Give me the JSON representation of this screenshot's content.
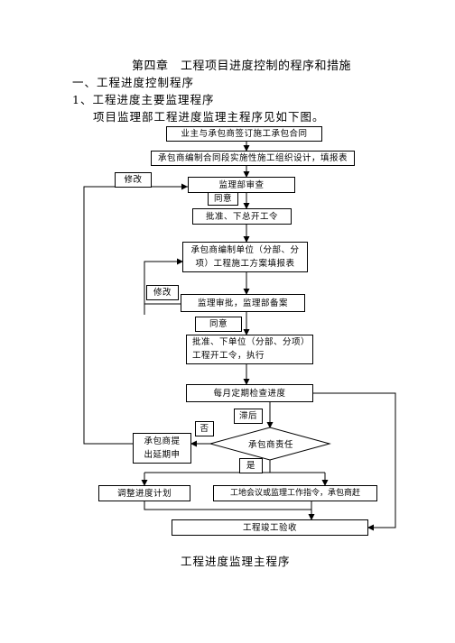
{
  "document": {
    "chapter_title": "第四章　工程项目进度控制的程序和措施",
    "section_1": "一、工程进度控制程序",
    "subsection_1": "1、工程进度主要监理程序",
    "intro": "项目监理部工程进度监理主程序见如下图。",
    "caption": "工程进度监理主程序"
  },
  "flowchart": {
    "nodes": {
      "contract": "业主与承包商签订施工承包合同",
      "org_design": "承包商编制合同段实施性施工组织设计，填报表",
      "supervisor_review": "监理部审查",
      "start_order": "批准、下总开工令",
      "unit_plan_line1": "承包商编制单位（分部、分",
      "unit_plan_line2": "项）工程施工方案填报表",
      "approval_filing": "监理审批，监理部备案",
      "unit_start_line1": "批准、下单位（分部、分项）",
      "unit_start_line2": "工程开工令，执行",
      "monthly_check": "每月定期检查进度",
      "responsibility": "承包商责任",
      "extension_line1": "承包商提",
      "extension_line2": "出延期申",
      "adjust_plan": "调整进度计划",
      "meeting": "工地会议或监理工作指令，承包商赶",
      "completion": "工程竣工验收"
    },
    "labels": {
      "revise_1": "修改",
      "agree_1": "同意",
      "revise_2": "修改",
      "agree_2": "同意",
      "delayed": "滞后",
      "no": "否",
      "yes": "是"
    }
  }
}
